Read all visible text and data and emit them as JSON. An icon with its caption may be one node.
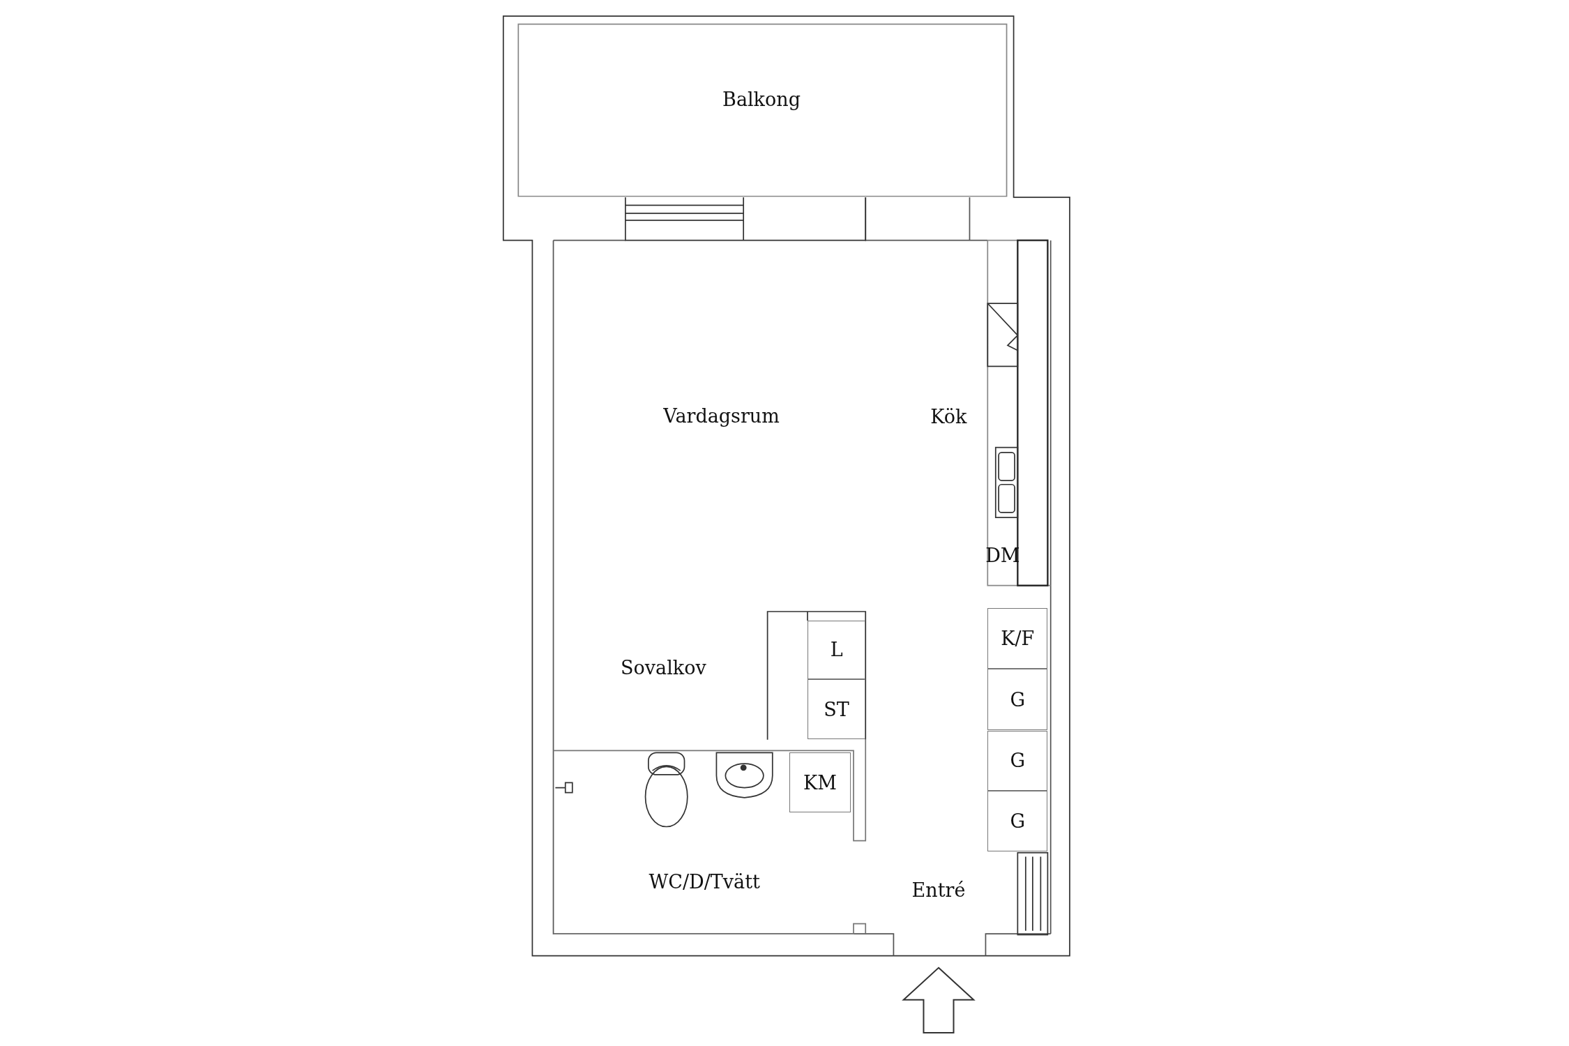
{
  "diagram": {
    "nodes": [
      {
        "text": [
          "DM"
        ]
      },
      {
        "text": [
          "K/F"
        ]
      },
      {
        "text": [
          "G"
        ]
      },
      {
        "text": [
          "G"
        ]
      },
      {
        "text": [
          "G"
        ]
      },
      {
        "text": [
          "L"
        ]
      },
      {
        "text": [
          "ST"
        ]
      },
      {
        "text": [
          "KM"
        ]
      }
    ],
    "edges": [],
    "labels": [
      "Balkong",
      "Vardagsrum",
      "Kök",
      "Sovalkov",
      "WC/D/Tvätt",
      "Entré"
    ]
  }
}
